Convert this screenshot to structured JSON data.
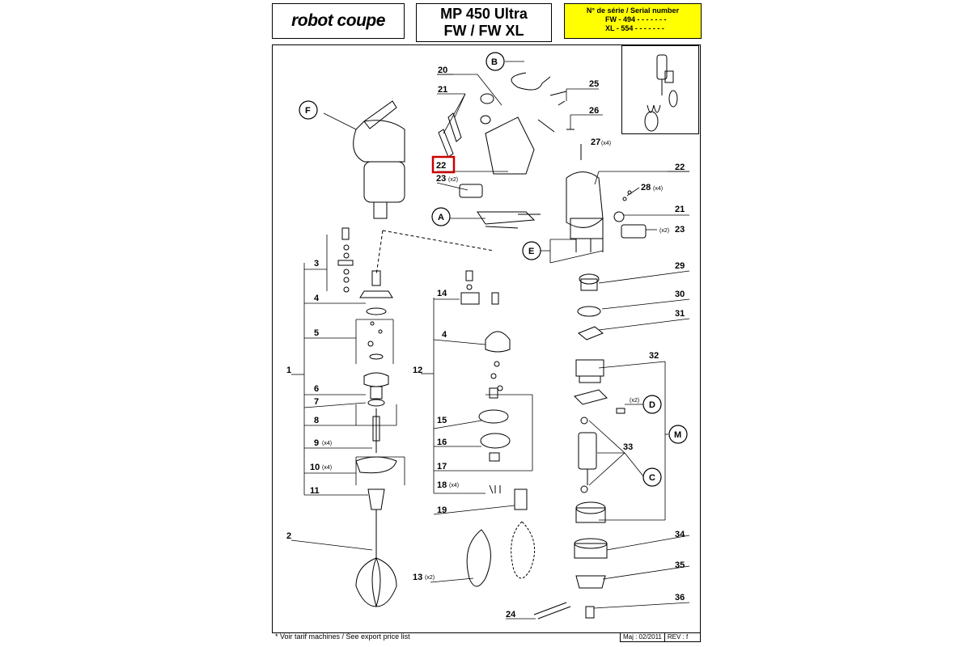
{
  "header": {
    "logo_text": "robot coupe",
    "title_line1": "MP 450 Ultra",
    "title_line2": "FW / FW XL",
    "serial_title": "N° de série / Serial number",
    "serial_fw": "FW - 494 - - - - -   - -",
    "serial_xl": "XL - 554 - - - - -   - -"
  },
  "footer": {
    "note": "* Voir tarif machines / See export price list",
    "date": "Maj : 02/2011",
    "rev": "REV : f"
  },
  "labels": {
    "B": "B",
    "F": "F",
    "A": "A",
    "E": "E",
    "D": "D",
    "C": "C",
    "M": "M",
    "n20": "20",
    "n21a": "21",
    "n25": "25",
    "n26": "26",
    "n27": "27",
    "n22a": "22",
    "n23a": "23",
    "n22b": "22",
    "n28": "28",
    "n21b": "21",
    "n23b": "23",
    "n3": "3",
    "n4a": "4",
    "n5": "5",
    "n1": "1",
    "n6": "6",
    "n7": "7",
    "n8": "8",
    "n9": "9",
    "n10": "10",
    "n11": "11",
    "n2": "2",
    "n14": "14",
    "n4b": "4",
    "n12": "12",
    "n15": "15",
    "n16": "16",
    "n17": "17",
    "n18": "18",
    "n19": "19",
    "n13": "13",
    "n24": "24",
    "n29": "29",
    "n30": "30",
    "n31": "31",
    "n32": "32",
    "n33": "33",
    "n34": "34",
    "n35": "35",
    "n36": "36",
    "x4": "(x4)",
    "x2": "(x2)"
  },
  "colors": {
    "highlight": "#cc0000",
    "serial_bg": "#ffff00"
  }
}
